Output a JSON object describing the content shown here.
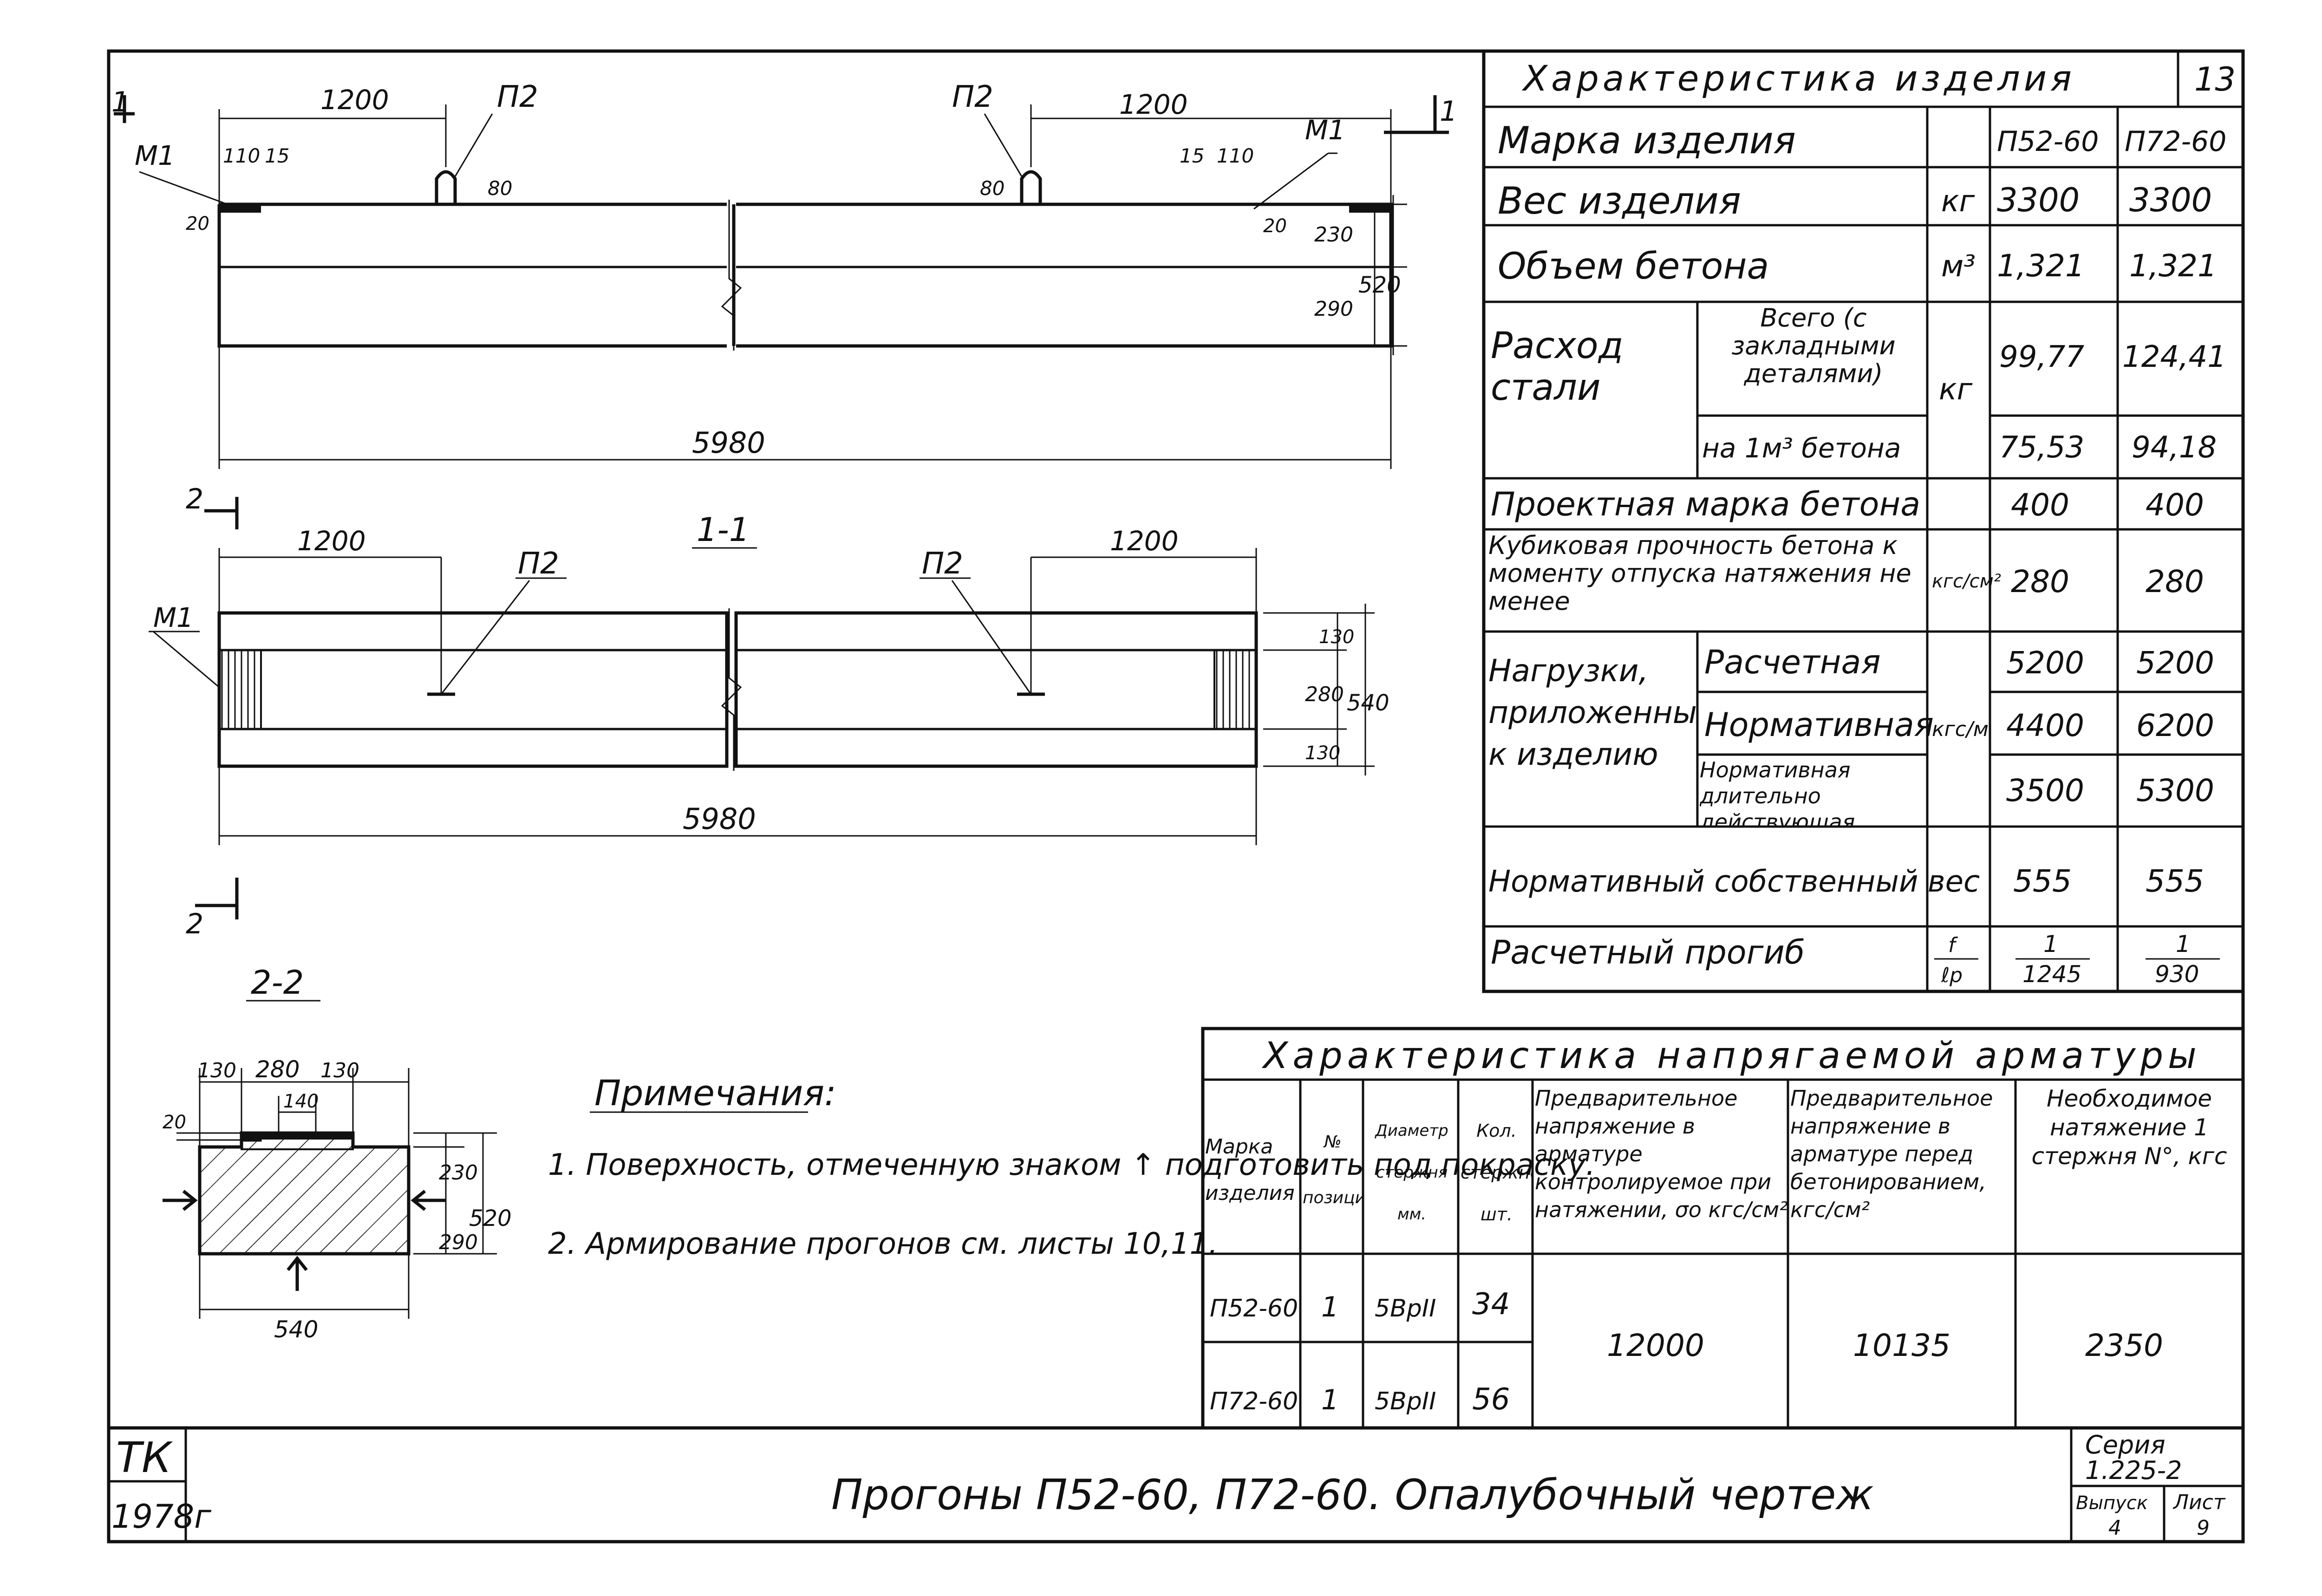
{
  "title_block": {
    "org": "ТК",
    "year": "1978г",
    "title": "Прогоны П52-60, П72-60.   Опалубочный чертеж",
    "series_label": "Серия",
    "series_value": "1.225-2",
    "issue_label": "Выпуск",
    "issue_value": "4",
    "sheet_label": "Лист",
    "sheet_value": "9"
  },
  "product_table": {
    "title": "Характеристика изделия",
    "page_number": "13",
    "rows": {
      "mark": {
        "label": "Марка изделия",
        "unit": "",
        "v1": "П52-60",
        "v2": "П72-60"
      },
      "weight": {
        "label": "Вес изделия",
        "unit": "кг",
        "v1": "3300",
        "v2": "3300"
      },
      "concrete_volume": {
        "label": "Объем бетона",
        "unit": "м³",
        "v1": "1,321",
        "v2": "1,321"
      },
      "steel": {
        "label": "Расход стали",
        "unit": "кг",
        "sub_total": "Всего (с закладными деталями)",
        "total_v1": "99,77",
        "total_v2": "124,41",
        "sub_per_m3": "на 1м³ бетона",
        "per_m3_v1": "75,53",
        "per_m3_v2": "94,18"
      },
      "design_grade": {
        "label": "Проектная марка бетона",
        "unit": "",
        "v1": "400",
        "v2": "400"
      },
      "cube_strength": {
        "label": "Кубиковая прочность бетона к моменту отпуска натяжения не менее",
        "unit": "кгс/см²",
        "v1": "280",
        "v2": "280"
      },
      "loads": {
        "label": "Нагрузки, приложенные к изделию",
        "unit": "кгс/м",
        "sub_calc": "Расчетная",
        "calc_v1": "5200",
        "calc_v2": "5200",
        "sub_norm": "Нормативная",
        "norm_v1": "4400",
        "norm_v2": "6200",
        "sub_long": "Нормативная длительно действующая",
        "long_v1": "3500",
        "long_v2": "5300"
      },
      "self_weight": {
        "label": "Нормативный собственный вес",
        "unit": "",
        "v1": "555",
        "v2": "555"
      },
      "deflection": {
        "label": "Расчетный прогиб",
        "unit_num": "f",
        "unit_den": "ℓр",
        "v1_num": "1",
        "v1_den": "1245",
        "v2_num": "1",
        "v2_den": "930"
      }
    }
  },
  "rebar_table": {
    "title": "Характеристика напрягаемой арматуры",
    "headers": {
      "mark": "Марка изделия",
      "position": "№ позиции",
      "diameter": "Диаметр стержня мм.",
      "count": "Кол. стержней шт.",
      "prestress_control": "Предварительное напряжение в арматуре контролируемое при натяжении, σо кгс/см²",
      "prestress_before": "Предварительное напряжение в арматуре перед бетонированием, кгс/см²",
      "tension": "Необходимое натяжение 1 стержня N°, кгс"
    },
    "rows": [
      {
        "mark": "П52-60",
        "position": "1",
        "diameter": "5ВрII",
        "count": "34"
      },
      {
        "mark": "П72-60",
        "position": "1",
        "diameter": "5ВрII",
        "count": "56"
      }
    ],
    "prestress_control_value": "12000",
    "prestress_before_value": "10135",
    "tension_value": "2350"
  },
  "notes": {
    "title": "Примечания:",
    "items": [
      "1. Поверхность, отмеченную знаком ↑ подготовить под покраску.",
      "2. Армирование прогонов см. листы 10,11."
    ]
  },
  "drawing": {
    "elevation": {
      "section_mark_left": "1",
      "section_mark_right": "1",
      "dim_1200_left": "1200",
      "dim_1200_right": "1200",
      "p2_left": "П2",
      "p2_right": "П2",
      "m1_left": "М1",
      "m1_right": "М1",
      "dim_110_left": "110",
      "dim_15_left": "15",
      "dim_15_right": "15",
      "dim_110_right": "110",
      "dim_80_left": "80",
      "dim_80_right": "80",
      "dim_20_left": "20",
      "dim_20_right": "20",
      "dim_230": "230",
      "dim_290": "290",
      "dim_520": "520",
      "dim_5980": "5980"
    },
    "plan": {
      "title": "1-1",
      "section_mark_top": "2",
      "section_mark_bottom": "2",
      "dim_1200_left": "1200",
      "dim_1200_right": "1200",
      "p2_left": "П2",
      "p2_right": "П2",
      "m1": "М1",
      "dim_130_top": "130",
      "dim_280": "280",
      "dim_130_bottom": "130",
      "dim_540": "540",
      "dim_5980": "5980"
    },
    "section": {
      "title": "2-2",
      "dim_130_left": "130",
      "dim_280": "280",
      "dim_130_right": "130",
      "dim_140": "140",
      "dim_20": "20",
      "dim_230": "230",
      "dim_290": "290",
      "dim_520": "520",
      "dim_540": "540"
    }
  }
}
